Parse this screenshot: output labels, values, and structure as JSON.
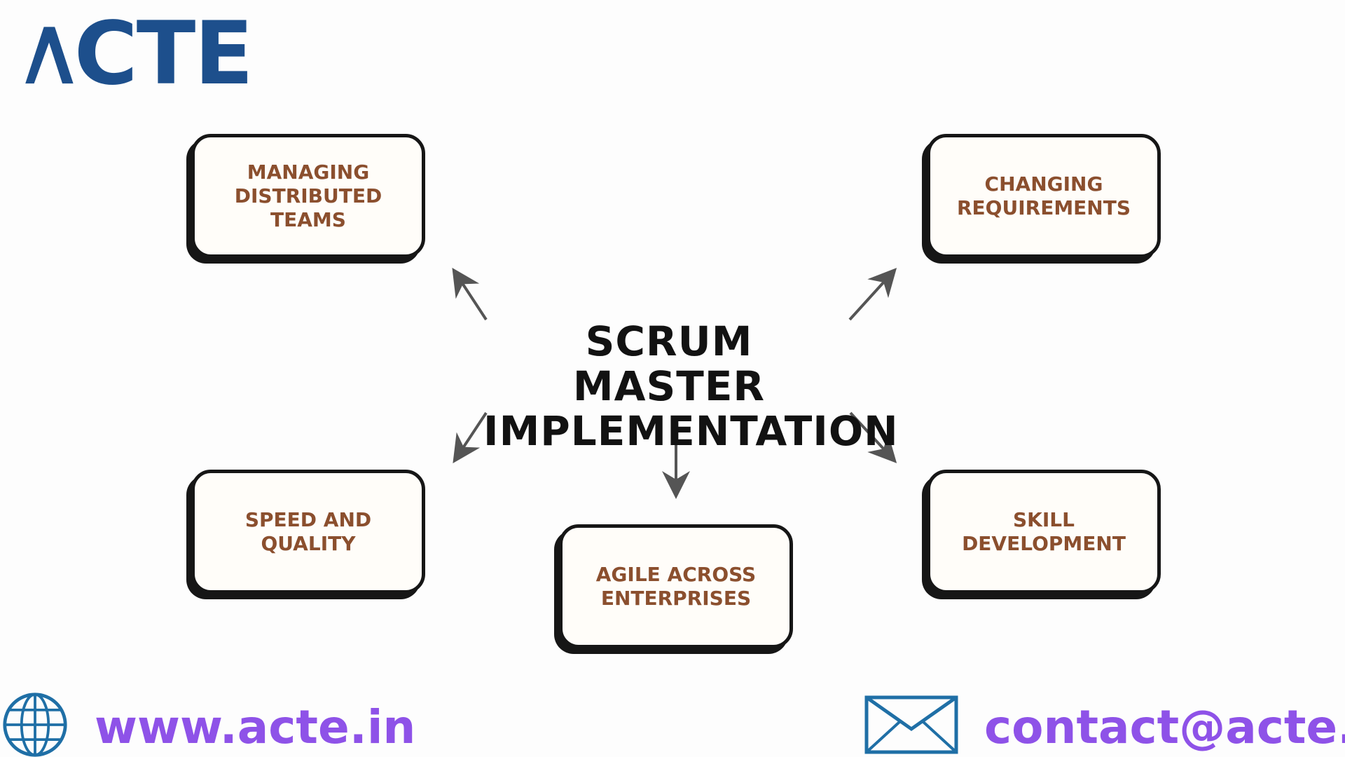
{
  "logo": {
    "text": "ACTE",
    "rest": "CTE",
    "color": "#1d4f8c"
  },
  "center": {
    "line1": "SCRUM MASTER",
    "line2": "IMPLEMENTATION"
  },
  "boxes": {
    "managing": "MANAGING\nDISTRIBUTED TEAMS",
    "changing": "CHANGING\nREQUIREMENTS",
    "speed": "SPEED AND QUALITY",
    "agile": "AGILE ACROSS\nENTERPRISES",
    "skill": "SKILL DEVELOPMENT"
  },
  "footer": {
    "website": "www.acte.in",
    "email": "contact@acte.in",
    "website_icon": "globe-icon",
    "email_icon": "envelope-icon"
  },
  "colors": {
    "accent_text": "#8b4f2e",
    "footer_text": "#8e52e8",
    "icon_blue": "#1f6fa6"
  }
}
